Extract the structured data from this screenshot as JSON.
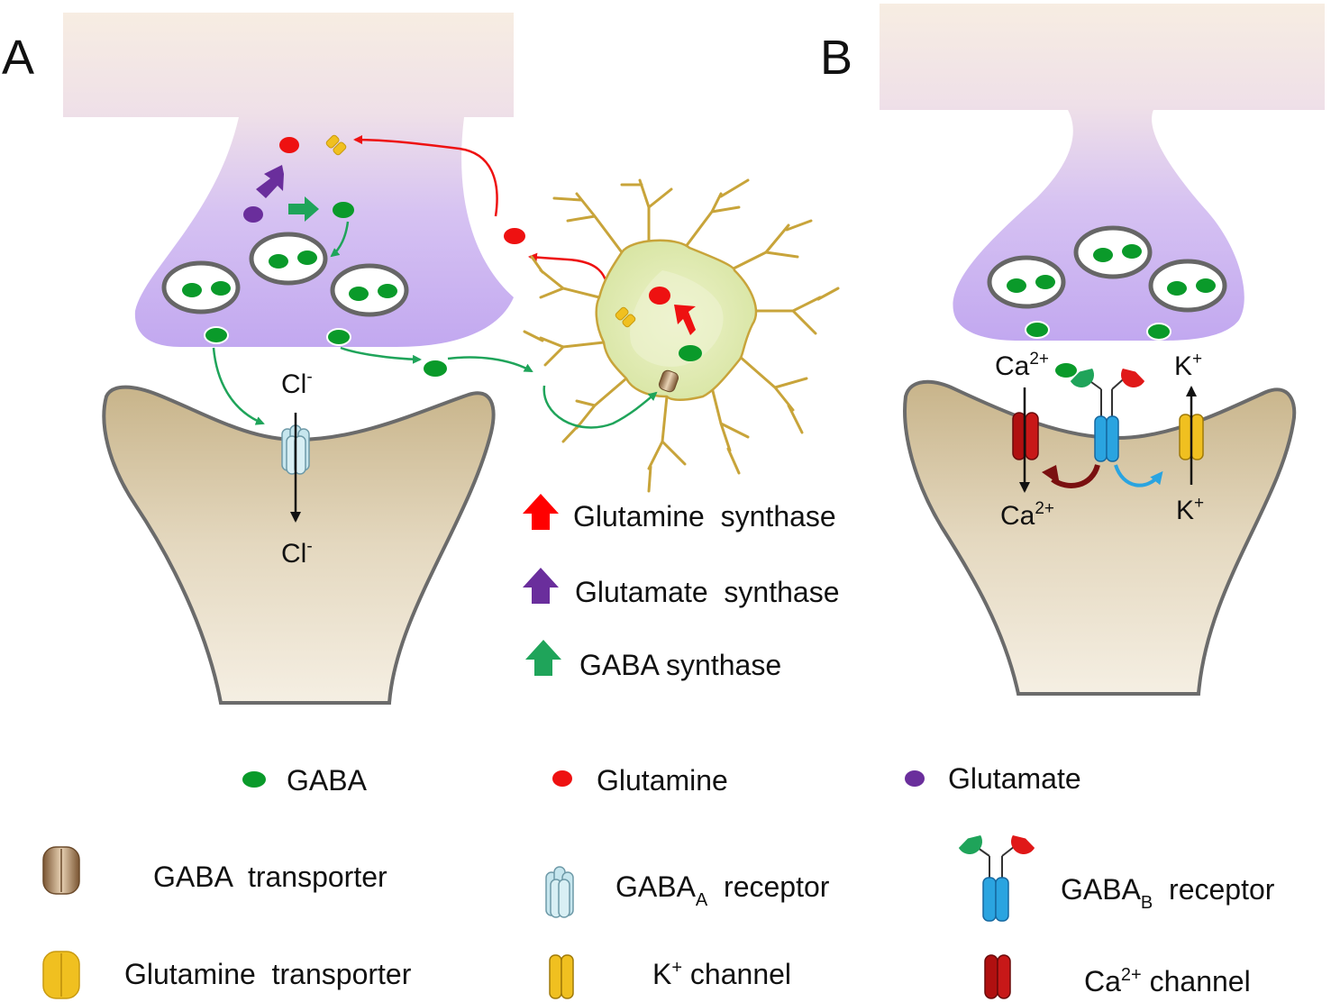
{
  "panels": {
    "a": "A",
    "b": "B"
  },
  "ions": {
    "cl_top": "Cl",
    "cl_top_charge": "-",
    "cl_bottom": "Cl",
    "cl_bottom_charge": "-",
    "ca_top": "Ca",
    "ca_top_charge": "2+",
    "ca_bottom": "Ca",
    "ca_bottom_charge": "2+",
    "k_top": "K",
    "k_top_charge": "+",
    "k_bottom": "K",
    "k_bottom_charge": "+"
  },
  "enzymes": [
    {
      "label": "Glutamine  synthase",
      "color": "#ff0000"
    },
    {
      "label": "Glutamate  synthase",
      "color": "#6a2e9c"
    },
    {
      "label": "GABA synthase",
      "color": "#1fa45a"
    }
  ],
  "legend": {
    "gaba": "GABA",
    "glutamine": "Glutamine",
    "glutamate": "Glutamate",
    "gaba_transporter": "GABA  transporter",
    "gabaa_prefix": "GABA",
    "gabaa_sub": "A",
    "gabaa_suffix": "  receptor",
    "gabab_prefix": "GABA",
    "gabab_sub": "B",
    "gabab_suffix": "  receptor",
    "glutamine_transporter": "Glutamine  transporter",
    "k_channel_prefix": "K",
    "k_channel_sup": "+",
    "k_channel_suffix": " channel",
    "ca_channel_prefix": "Ca",
    "ca_channel_sup": "2+",
    "ca_channel_suffix": " channel"
  },
  "colors": {
    "gaba": "#0a9a2a",
    "glutamine": "#ee1111",
    "glutamate": "#6a2e9c",
    "gaba_synthase_arrow": "#1fa45a",
    "gabaa_receptor": "#c6e6ee",
    "gabab_receptor": "#2aa4e0",
    "k_channel": "#f0c020",
    "ca_channel": "#b01010",
    "gaba_transporter": "#a9825a",
    "glutamine_transporter": "#f0c020",
    "astrocyte": "#dfeab0",
    "astrocyte_outline": "#c8a43a",
    "postsynaptic": "#cdb890"
  }
}
